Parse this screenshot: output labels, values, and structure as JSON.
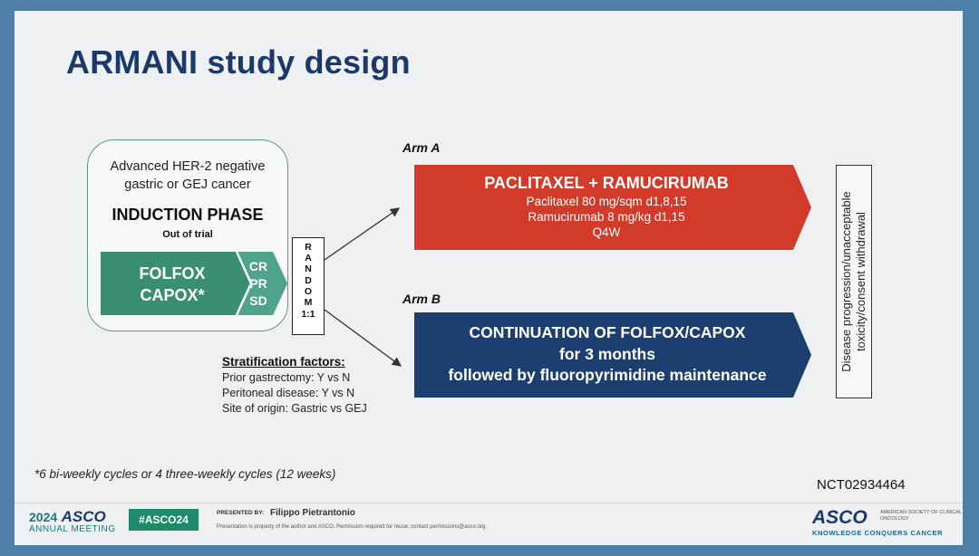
{
  "slide": {
    "title": "ARMANI study design"
  },
  "induction": {
    "population_lines": [
      "Advanced HER-2 negative",
      "gastric or GEJ cancer"
    ],
    "phase_title": "INDUCTION PHASE",
    "phase_subtitle": "Out of trial",
    "regimen": "FOLFOX\nCAPOX*",
    "responses": "CR\nPR\nSD",
    "colors": {
      "regimen_fill": "#3a8f73",
      "box_border": "#5d9a86"
    }
  },
  "randomization": {
    "letters": [
      "R",
      "A",
      "N",
      "D",
      "O",
      "M"
    ],
    "ratio": "1:1"
  },
  "arm_a": {
    "label": "Arm A",
    "title": "PACLITAXEL + RAMUCIRUMAB",
    "lines": [
      "Paclitaxel 80 mg/sqm d1,8,15",
      "Ramucirumab 8 mg/kg d1,15",
      "Q4W"
    ],
    "color": "#d23b2a"
  },
  "arm_b": {
    "label": "Arm B",
    "lines": [
      "CONTINUATION OF FOLFOX/CAPOX",
      "for 3 months",
      "followed by fluoropyrimidine maintenance"
    ],
    "color": "#1d3f70"
  },
  "endpoint": {
    "lines": [
      "Disease progression/unacceptable",
      "toxicity/consent withdrawal"
    ]
  },
  "stratification": {
    "title": "Stratification factors:",
    "items": [
      "Prior gastrectomy: Y vs N",
      "Peritoneal disease: Y vs N",
      "Site of origin: Gastric vs GEJ"
    ]
  },
  "footnote": "*6 bi-weekly cycles or 4 three-weekly cycles (12 weeks)",
  "trial_id": "NCT02934464",
  "footer": {
    "meeting_year": "2024",
    "meeting_org": "ASCO",
    "meeting_name": "ANNUAL MEETING",
    "hashtag": "#ASCO24",
    "presented_by_label": "PRESENTED BY:",
    "presenter": "Filippo Pietrantonio",
    "disclaimer": "Presentation is property of the author and ASCO. Permission required for reuse; contact permissions@asco.org.",
    "logo_text": "ASCO",
    "society_name": "AMERICAN SOCIETY OF CLINICAL ONCOLOGY",
    "tagline": "KNOWLEDGE CONQUERS CANCER"
  }
}
